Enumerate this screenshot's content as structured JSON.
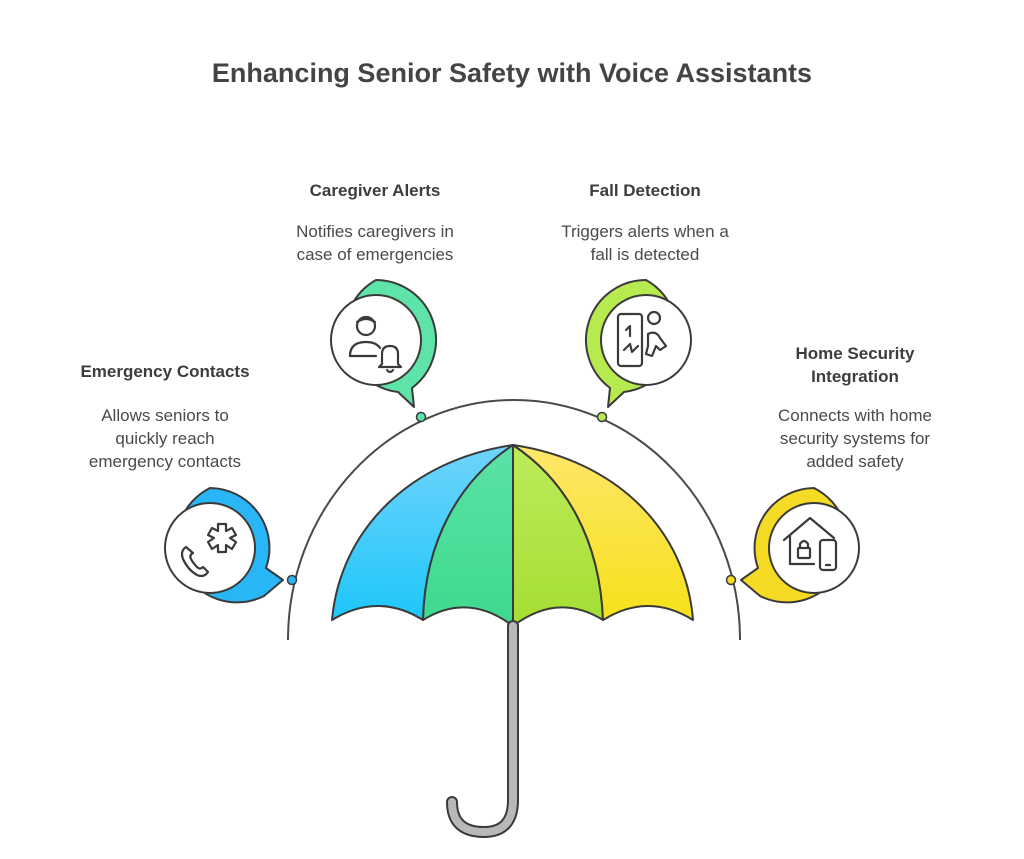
{
  "title": "Enhancing Senior Safety with Voice Assistants",
  "items": [
    {
      "id": "emergency-contacts",
      "title": "Emergency Contacts",
      "description": "Allows seniors to\nquickly reach\nemergency contacts",
      "icon": "phone-medical-icon",
      "color": "#29B6F6"
    },
    {
      "id": "caregiver-alerts",
      "title": "Caregiver Alerts",
      "description": "Notifies caregivers in\ncase of emergencies",
      "icon": "caregiver-bell-icon",
      "color": "#5EE3A8"
    },
    {
      "id": "fall-detection",
      "title": "Fall Detection",
      "description": "Triggers alerts when a\nfall is detected",
      "icon": "fall-person-icon",
      "color": "#B7EA4E"
    },
    {
      "id": "home-security",
      "title": "Home Security\nIntegration",
      "description": "Connects with home\nsecurity systems for\nadded safety",
      "icon": "house-lock-phone-icon",
      "color": "#F6DB24"
    }
  ]
}
